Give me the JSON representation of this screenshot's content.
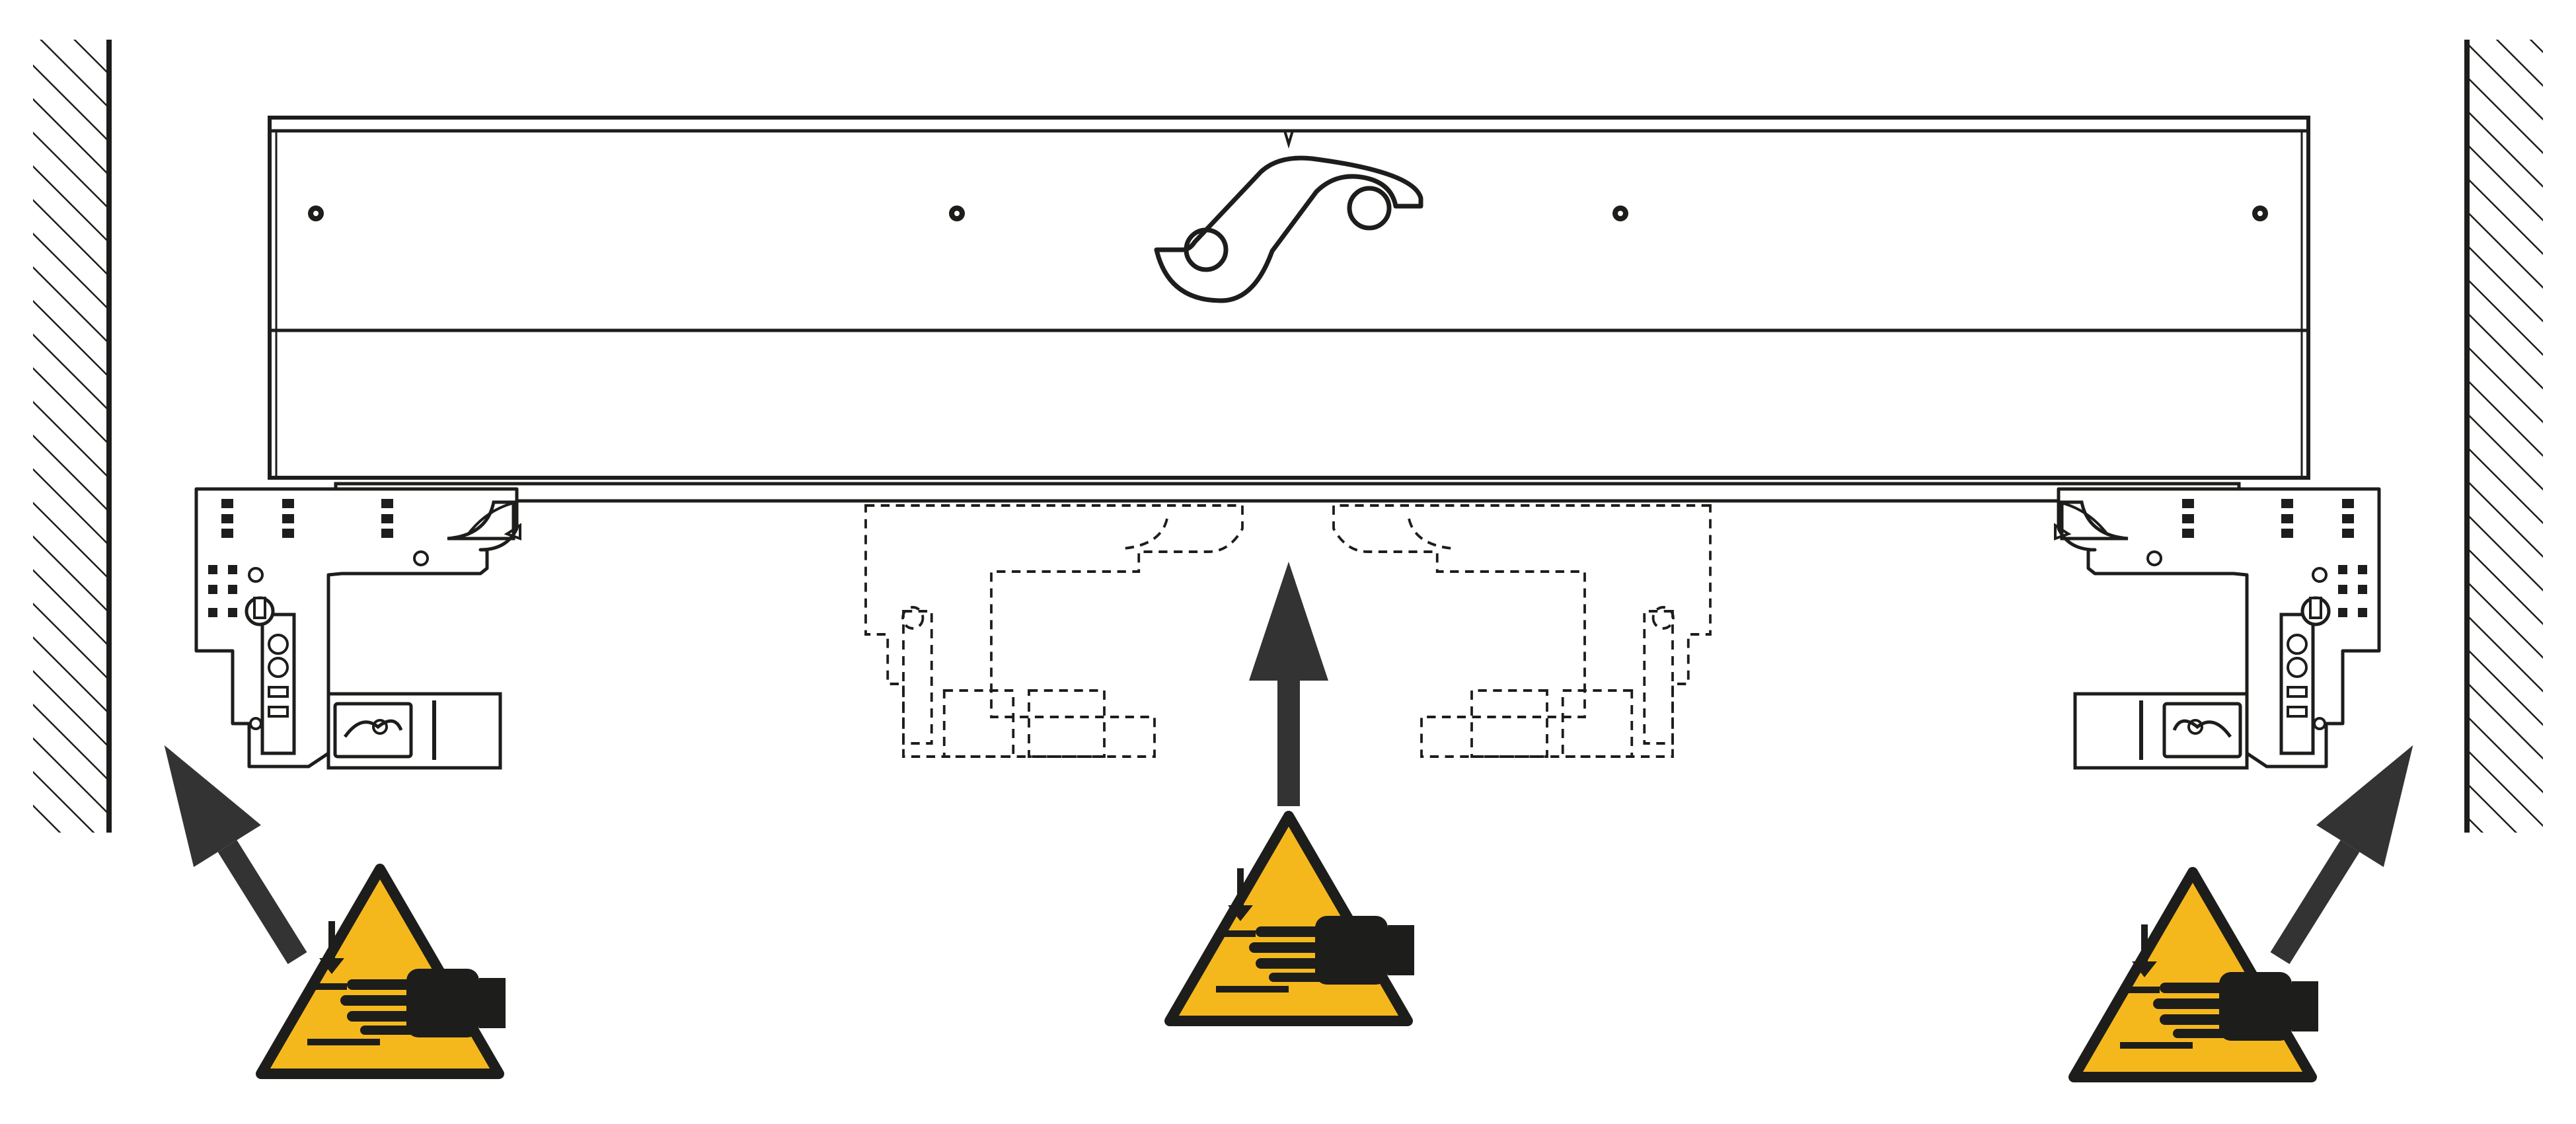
{
  "diagram": {
    "description_visible_text": "",
    "colors": {
      "line": "#1d1d1b",
      "warning_yellow": "#f5b81c",
      "arrow": "#333333",
      "background": "#ffffff"
    },
    "elements": {
      "wall_left": "hatched-wall",
      "wall_right": "hatched-wall",
      "drawer_front": "drawer-panel",
      "drawer_logo": "double-loop-logo-icon",
      "runner_left": "drawer-runner-bracket",
      "runner_right": "drawer-runner-bracket",
      "runner_center_dashed": "runner-hidden-position",
      "arrows": [
        "arrow-left",
        "arrow-center",
        "arrow-right"
      ],
      "warning_signs": [
        "hand-crush-warning-left",
        "hand-crush-warning-center",
        "hand-crush-warning-right"
      ]
    }
  }
}
